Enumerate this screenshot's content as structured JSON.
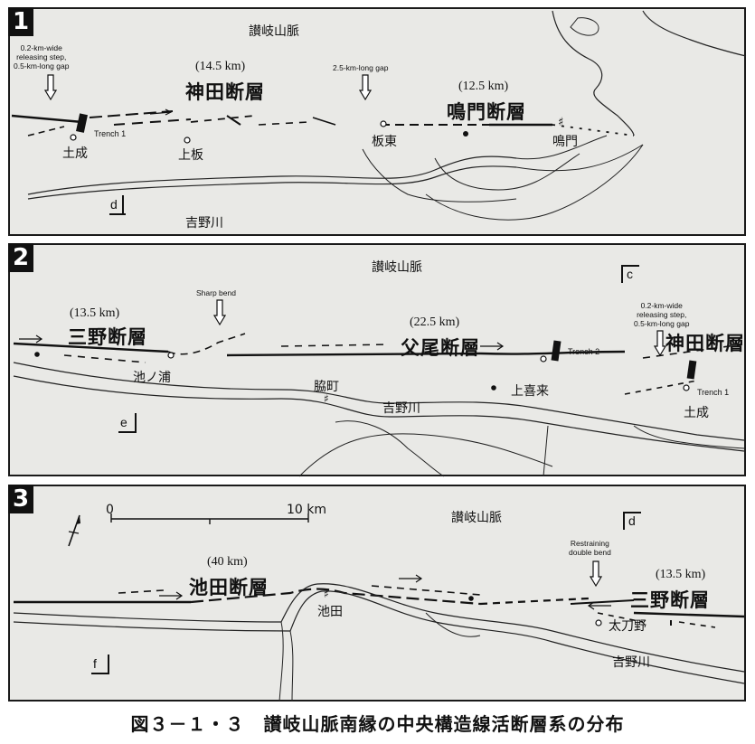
{
  "caption": "図３－１・３　讃岐山脈南縁の中央構造線活断層系の分布",
  "panel1": {
    "number": "1",
    "mountains": "讃岐山脈",
    "fault_a": {
      "name": "神田断層",
      "length": "(14.5 km)"
    },
    "fault_b": {
      "name": "鳴門断層",
      "length": "(12.5 km)"
    },
    "note_step": "0.2-km-wide\nreleasing step,\n0.5-km-long gap",
    "note_gap": "2.5-km-long gap",
    "trench": "Trench 1",
    "places": {
      "tsuchinari": "土成",
      "kamiita": "上板",
      "itano": "板東",
      "naruto": "鳴門",
      "river": "吉野川"
    },
    "corner": "d"
  },
  "panel2": {
    "number": "2",
    "mountains": "讃岐山脈",
    "fault_a": {
      "name": "三野断層",
      "length": "(13.5 km)"
    },
    "fault_b": {
      "name": "父尾断層",
      "length": "(22.5 km)"
    },
    "fault_c": {
      "name": "神田断層"
    },
    "note_bend": "Sharp bend",
    "note_step": "0.2-km-wide\nreleasing step,\n0.5-km-long gap",
    "trench2": "Trench 2",
    "trench1": "Trench 1",
    "places": {
      "ikenoura": "池ノ浦",
      "wakimachi": "脇町",
      "river": "吉野川",
      "kamigiku": "上喜来",
      "tsuchinari": "土成"
    },
    "corner_c": "c",
    "corner_e": "e"
  },
  "panel3": {
    "number": "3",
    "mountains": "讃岐山脈",
    "scale": {
      "zero": "0",
      "ten": "10 km"
    },
    "fault_a": {
      "name": "池田断層",
      "length": "(40 km)"
    },
    "fault_b": {
      "name": "三野断層",
      "length": "(13.5 km)"
    },
    "note_bend": "Restraining\ndouble bend",
    "places": {
      "ikeda": "池田",
      "tachino": "太刀野",
      "river": "吉野川"
    },
    "corner_d": "d",
    "corner_f": "f"
  },
  "icons": {
    "arrow": "down-arrow-icon",
    "shrine": "shrine-symbol-icon",
    "north": "north-arrow-icon"
  }
}
